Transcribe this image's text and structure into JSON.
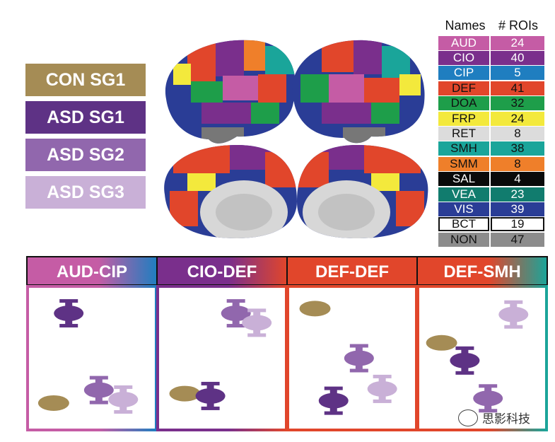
{
  "groups": [
    {
      "label": "CON SG1",
      "color": "#a58c55"
    },
    {
      "label": "ASD SG1",
      "color": "#5e3285"
    },
    {
      "label": "ASD SG2",
      "color": "#9167ad"
    },
    {
      "label": "ASD SG3",
      "color": "#c9b0d7"
    }
  ],
  "legend": {
    "header_names": "Names",
    "header_count": "# ROIs",
    "rows": [
      {
        "name": "AUD",
        "count": "24",
        "color": "#c55ca5",
        "text": "#ffffff"
      },
      {
        "name": "CIO",
        "count": "40",
        "color": "#7a2f8c",
        "text": "#ffffff"
      },
      {
        "name": "CIP",
        "count": "5",
        "color": "#1f7ec0",
        "text": "#ffffff"
      },
      {
        "name": "DEF",
        "count": "41",
        "color": "#e1462b",
        "text": "#111111"
      },
      {
        "name": "DOA",
        "count": "32",
        "color": "#1e9e4a",
        "text": "#111111"
      },
      {
        "name": "FRP",
        "count": "24",
        "color": "#f3e93c",
        "text": "#111111"
      },
      {
        "name": "RET",
        "count": "8",
        "color": "#dcdcdc",
        "text": "#111111"
      },
      {
        "name": "SMH",
        "count": "38",
        "color": "#1aa59a",
        "text": "#111111"
      },
      {
        "name": "SMM",
        "count": "8",
        "color": "#ef7f2a",
        "text": "#111111"
      },
      {
        "name": "SAL",
        "count": "4",
        "color": "#0a0a0a",
        "text": "#ffffff"
      },
      {
        "name": "VEA",
        "count": "23",
        "color": "#117c6e",
        "text": "#ffffff"
      },
      {
        "name": "VIS",
        "count": "39",
        "color": "#2a3d96",
        "text": "#ffffff"
      },
      {
        "name": "BCT",
        "count": "19",
        "color": "#ffffff",
        "text": "#111111"
      },
      {
        "name": "NON",
        "count": "47",
        "color": "#8c8c8c",
        "text": "#111111"
      }
    ]
  },
  "panels": [
    {
      "title": "AUD-CIP",
      "colors": [
        "#c55ca5",
        "#1f7ec0"
      ],
      "marks": [
        {
          "group": 1,
          "pos": 0.3,
          "val": 0.12
        },
        {
          "group": 0,
          "pos": 0.17,
          "val": 0.88
        },
        {
          "group": 2,
          "pos": 0.56,
          "val": 0.77
        },
        {
          "group": 3,
          "pos": 0.77,
          "val": 0.85
        }
      ]
    },
    {
      "title": "CIO-DEF",
      "colors": [
        "#7a2f8c",
        "#e1462b"
      ],
      "marks": [
        {
          "group": 0,
          "pos": 0.18,
          "val": 0.8
        },
        {
          "group": 1,
          "pos": 0.4,
          "val": 0.82
        },
        {
          "group": 2,
          "pos": 0.62,
          "val": 0.12
        },
        {
          "group": 3,
          "pos": 0.8,
          "val": 0.2
        }
      ]
    },
    {
      "title": "DEF-DEF",
      "colors": [
        "#e1462b",
        "#e1462b"
      ],
      "marks": [
        {
          "group": 0,
          "pos": 0.18,
          "val": 0.08
        },
        {
          "group": 1,
          "pos": 0.34,
          "val": 0.86
        },
        {
          "group": 2,
          "pos": 0.56,
          "val": 0.5
        },
        {
          "group": 3,
          "pos": 0.76,
          "val": 0.76
        }
      ]
    },
    {
      "title": "DEF-SMH",
      "colors": [
        "#e1462b",
        "#1aa59a"
      ],
      "marks": [
        {
          "group": 0,
          "pos": 0.15,
          "val": 0.37
        },
        {
          "group": 1,
          "pos": 0.35,
          "val": 0.52
        },
        {
          "group": 2,
          "pos": 0.55,
          "val": 0.84
        },
        {
          "group": 3,
          "pos": 0.77,
          "val": 0.13
        }
      ]
    }
  ],
  "watermark": "思影科技"
}
